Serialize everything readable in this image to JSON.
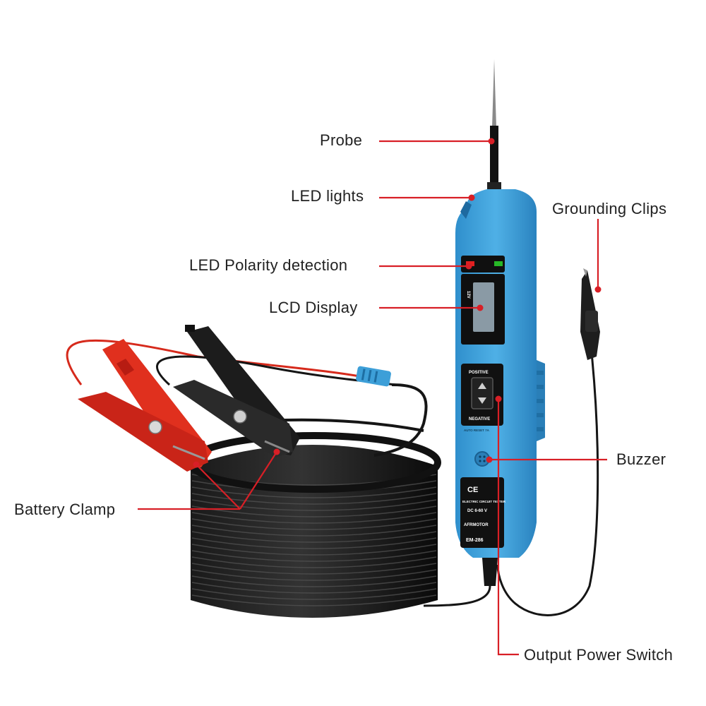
{
  "labels": {
    "probe": "Probe",
    "led_lights": "LED lights",
    "grounding_clips": "Grounding Clips",
    "led_polarity": "LED Polarity detection",
    "lcd_display": "LCD Display",
    "buzzer": "Buzzer",
    "battery_clamp": "Battery Clamp",
    "output_power_switch": "Output Power Switch"
  },
  "device": {
    "positive_text": "POSITIVE",
    "negative_text": "NEGATIVE",
    "auto_reset_text": "AUTO RESET 7A",
    "ce_mark": "CE",
    "product_line": "ELECTRIC CIRCUIT TESTER",
    "voltage_text": "DC 6-60 V",
    "brand": "AFRMOTOR",
    "model": "EM-286",
    "side_mark": "12V"
  },
  "colors": {
    "body_blue": "#3d9fd8",
    "body_blue_dark": "#2a7fb8",
    "leader_red": "#d81f26",
    "clamp_red": "#e0301e",
    "clamp_black": "#1c1c1c",
    "cable": "#0d0d0d"
  }
}
